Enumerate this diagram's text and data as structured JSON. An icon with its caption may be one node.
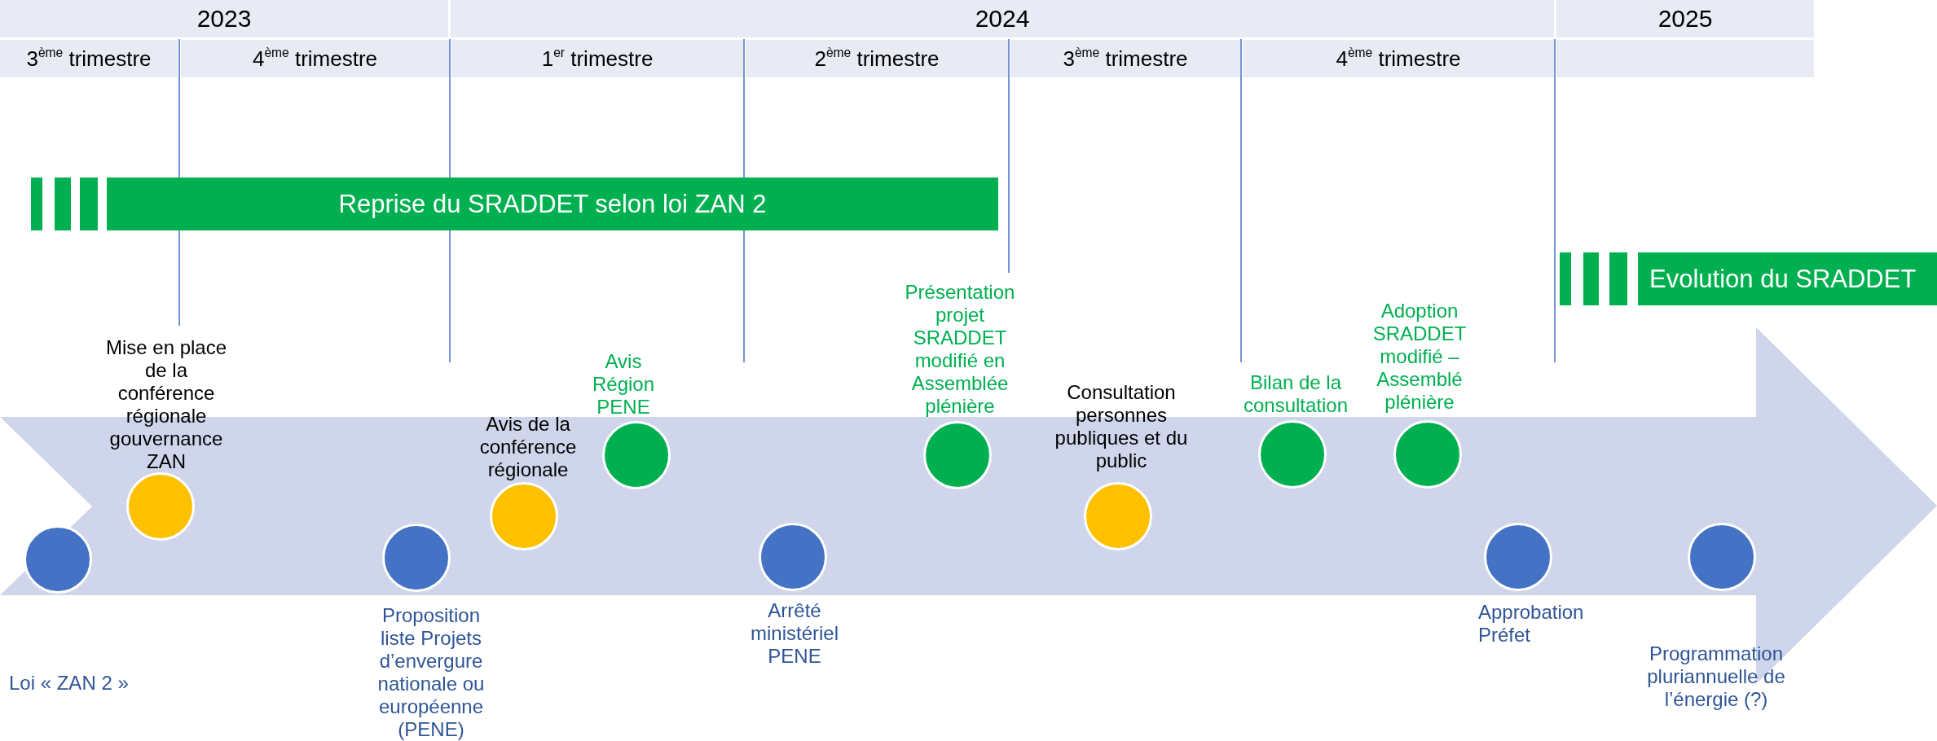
{
  "diagram": {
    "nodes": [
      {
        "text": [
          "2023"
        ]
      },
      {
        "text": [
          "2024"
        ]
      },
      {
        "text": [
          "2025"
        ]
      },
      {
        "text": [
          "3$^{ème}$ trimestre"
        ]
      },
      {
        "text": [
          "4$^{ème}$ trimestre"
        ]
      },
      {
        "text": [
          "1$^{er}$ trimestre"
        ]
      },
      {
        "text": [
          "2$^{ème}$ trimestre"
        ]
      },
      {
        "text": [
          "3$^{ème}$ trimestre"
        ]
      },
      {
        "text": [
          "4$^{ème}$ trimestre"
        ]
      },
      {
        "text": [],
        "shape": "box"
      },
      {
        "text": [
          "Reprise du SRADDET selon loi ZAN 2"
        ]
      },
      {
        "text": [
          "Evolution du SRADDET"
        ]
      },
      {
        "text": [
          "Loi « ZAN 2 »"
        ]
      },
      {
        "text": [
          "Mise en place de la conférence régionale gouvernance ZAN"
        ]
      },
      {
        "text": [
          "Proposition liste Projets d’envergure nationale ou européenne (PENE)"
        ]
      },
      {
        "text": [
          "Avis de la conférence régionale"
        ]
      },
      {
        "text": [
          "Avis Région PENE"
        ]
      },
      {
        "text": [
          "Arrêté ministériel PENE"
        ]
      },
      {
        "text": [
          "Présentation projet SRADDET modifié en Assemblée plénière"
        ]
      },
      {
        "text": [
          "Consultation personnes publiques et du public"
        ]
      },
      {
        "text": [
          "Bilan de la consultation"
        ]
      },
      {
        "text": [
          "Adoption SRADDET modifié – Assemblé plénière"
        ]
      },
      {
        "text": [
          "Approbation Préfet"
        ]
      },
      {
        "text": [
          "Programmation pluriannuelle de l’énergie (?)"
        ]
      }
    ]
  }
}
